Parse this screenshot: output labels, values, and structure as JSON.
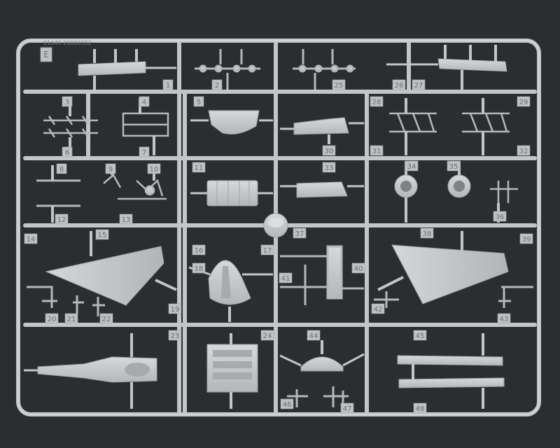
{
  "sprue": {
    "letter": "E",
    "code": "01640 20080332",
    "part_numbers": [
      "1",
      "2",
      "3",
      "4",
      "5",
      "6",
      "7",
      "8",
      "9",
      "10",
      "11",
      "12",
      "13",
      "14",
      "15",
      "16",
      "17",
      "18",
      "19",
      "20",
      "21",
      "22",
      "23",
      "24",
      "25",
      "26",
      "27",
      "28",
      "29",
      "30",
      "31",
      "32",
      "33",
      "34",
      "35",
      "36",
      "37",
      "38",
      "39",
      "40",
      "41",
      "42",
      "43",
      "44",
      "45",
      "46",
      "47",
      "48"
    ]
  },
  "colors": {
    "background": "#2c2d2f",
    "plastic": "#c9cbcd",
    "plastic_shadow": "#9fa2a5",
    "label_tab": "#bfc1c3",
    "label_text": "#6b6d70"
  }
}
